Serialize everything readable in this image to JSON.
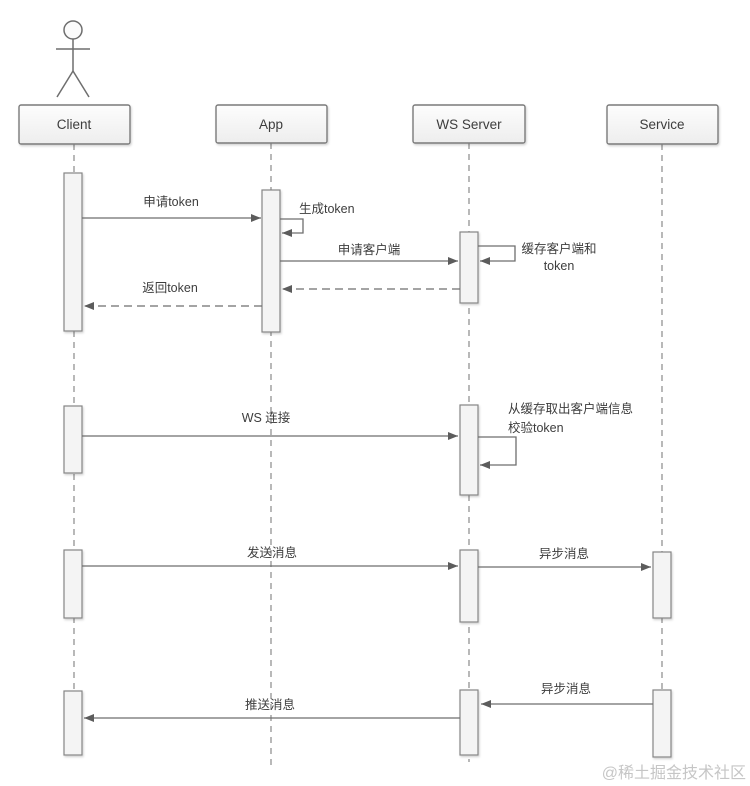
{
  "diagram": {
    "type": "sequence",
    "watermark": "@稀土掘金技术社区",
    "participants": [
      {
        "id": "client",
        "label": "Client",
        "actor": true
      },
      {
        "id": "app",
        "label": "App",
        "actor": false
      },
      {
        "id": "ws",
        "label": "WS Server",
        "actor": false
      },
      {
        "id": "service",
        "label": "Service",
        "actor": false
      }
    ],
    "messages": [
      {
        "seq": 1,
        "from": "client",
        "to": "app",
        "style": "solid",
        "label": "申请token"
      },
      {
        "seq": 2,
        "from": "app",
        "to": "app",
        "style": "self",
        "label": "生成token"
      },
      {
        "seq": 3,
        "from": "app",
        "to": "ws",
        "style": "solid",
        "label": "申请客户端"
      },
      {
        "seq": 4,
        "from": "ws",
        "to": "ws",
        "style": "self",
        "label": "缓存客户端和 token",
        "lines": [
          "缓存客户端和",
          "token"
        ]
      },
      {
        "seq": 5,
        "from": "ws",
        "to": "app",
        "style": "dashed",
        "label": ""
      },
      {
        "seq": 6,
        "from": "app",
        "to": "client",
        "style": "dashed",
        "label": "返回token"
      },
      {
        "seq": 7,
        "from": "client",
        "to": "ws",
        "style": "solid",
        "label": "WS 连接"
      },
      {
        "seq": 8,
        "from": "ws",
        "to": "ws",
        "style": "self",
        "label": "从缓存取出客户端信息 校验token",
        "lines": [
          "从缓存取出客户端信息",
          "校验token"
        ]
      },
      {
        "seq": 9,
        "from": "client",
        "to": "ws",
        "style": "solid",
        "label": "发送消息"
      },
      {
        "seq": 10,
        "from": "ws",
        "to": "service",
        "style": "solid",
        "label": "异步消息"
      },
      {
        "seq": 11,
        "from": "ws",
        "to": "client",
        "style": "solid",
        "label": "推送消息"
      },
      {
        "seq": 12,
        "from": "service",
        "to": "ws",
        "style": "solid",
        "label": "异步消息"
      }
    ],
    "colors": {
      "background": "#ffffff",
      "line": "#6e6e6e",
      "box_border": "#7a7a7a",
      "box_fill_top": "#fdfdfd",
      "box_fill_bottom": "#ededed",
      "activation_fill": "#f4f4f4",
      "text": "#3d3d3d",
      "watermark": "#c6c6c6"
    }
  }
}
